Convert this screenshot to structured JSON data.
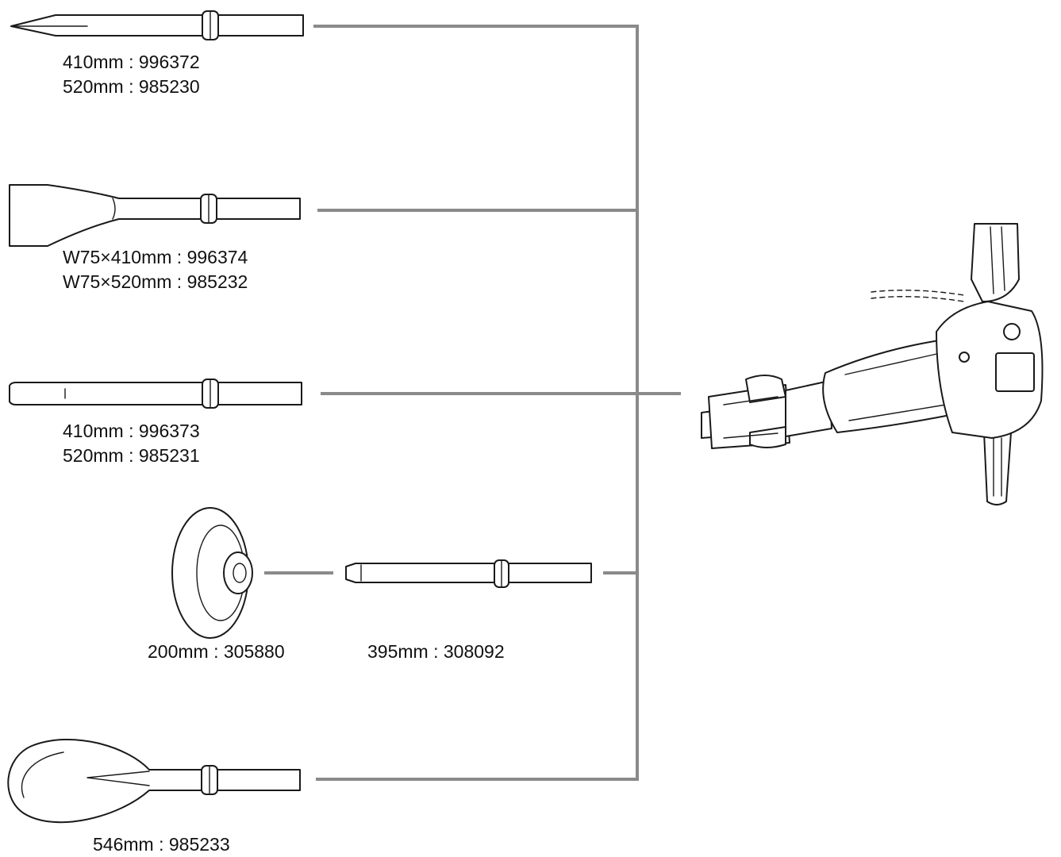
{
  "colors": {
    "connector": "#8a8a8a",
    "outline": "#1a1a1a",
    "text": "#111111",
    "background": "#ffffff"
  },
  "accessories": [
    {
      "tool": "bull-point",
      "lines": [
        "410mm : 996372",
        "520mm : 985230"
      ]
    },
    {
      "tool": "scaling-chisel",
      "lines": [
        "W75×410mm : 996374",
        "W75×520mm : 985232"
      ]
    },
    {
      "tool": "cold-chisel",
      "lines": [
        "410mm : 996373",
        "520mm : 985231"
      ]
    },
    {
      "tool": "tamper-plate",
      "lines": [
        "200mm : 305880"
      ]
    },
    {
      "tool": "shank-rod",
      "lines": [
        "395mm : 308092"
      ]
    },
    {
      "tool": "clay-spade",
      "lines": [
        "546mm : 985233"
      ]
    }
  ]
}
